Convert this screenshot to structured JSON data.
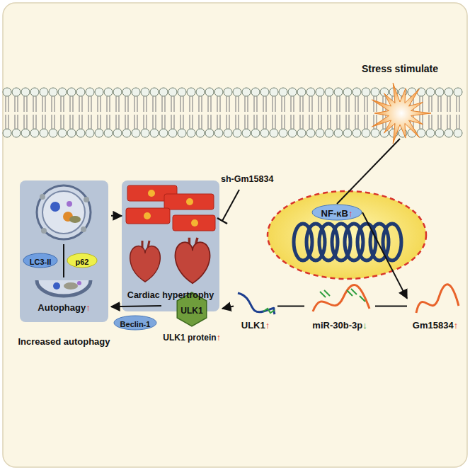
{
  "diagram": {
    "nodes": [
      {
        "text": [
          "Stress stimulate"
        ]
      },
      {
        "text": [
          "NF-κB",
          "↑"
        ]
      },
      {
        "text": [
          "Gm15834",
          "↑"
        ]
      },
      {
        "text": [
          "miR-30b-3p",
          "↓"
        ]
      },
      {
        "text": [
          "ULK1",
          "↑"
        ]
      },
      {
        "text": [
          "ULK1",
          "ULK1 protein",
          "↑"
        ]
      },
      {
        "text": [
          "Beclin-1"
        ]
      },
      {
        "text": [
          "Autophagy",
          "↑",
          "Increased autophagy"
        ]
      },
      {
        "text": [
          "LC3-II"
        ],
        "in": 7
      },
      {
        "text": [
          "p62"
        ],
        "in": 7
      },
      {
        "text": [
          "Cardiac hypertrophy"
        ]
      }
    ],
    "edges": [
      {
        "from": 0,
        "to": 1,
        "arrow": "none"
      },
      {
        "from": 1,
        "to": 2,
        "arrow": "to"
      },
      {
        "from": 2,
        "to": 3,
        "arrow": "none"
      },
      {
        "from": 3,
        "to": 4,
        "arrow": "none"
      },
      {
        "from": 4,
        "to": 5,
        "arrow": "to"
      },
      {
        "from": 5,
        "to": 7,
        "arrow": "to"
      },
      {
        "from": 7,
        "to": 10,
        "arrow": "to"
      }
    ],
    "labels": [
      "sh-Gm15834"
    ]
  }
}
